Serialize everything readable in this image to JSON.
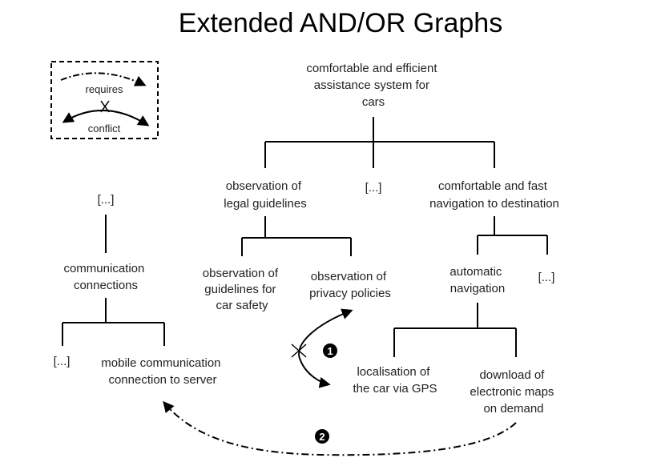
{
  "title": "Extended AND/OR Graphs",
  "legend": {
    "requires": "requires",
    "conflict": "conflict"
  },
  "nodes": {
    "root": [
      "comfortable and efficient",
      "assistance system for",
      "cars"
    ],
    "legal": [
      "observation of",
      "legal guidelines"
    ],
    "mid_ellipsis": [
      "[...]"
    ],
    "nav": [
      "comfortable and fast",
      "navigation to destination"
    ],
    "safety": [
      "observation of",
      "guidelines for",
      "car safety"
    ],
    "privacy": [
      "observation of",
      "privacy policies"
    ],
    "auto_nav": [
      "automatic",
      "navigation"
    ],
    "nav_ellipsis": [
      "[...]"
    ],
    "gps": [
      "localisation of",
      "the car via GPS"
    ],
    "maps": [
      "download of",
      "electronic maps",
      "on demand"
    ],
    "comm_ellipsis_top": [
      "[...]"
    ],
    "comm": [
      "communication",
      "connections"
    ],
    "comm_ellipsis_left": [
      "[...]"
    ],
    "mobile": [
      "mobile communication",
      "connection to server"
    ]
  },
  "badges": {
    "conflict_badge": "1",
    "requires_badge": "2"
  }
}
